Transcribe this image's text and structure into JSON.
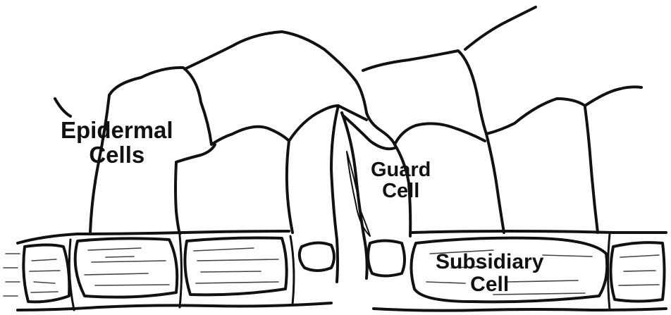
{
  "labels": {
    "epidermal_line1": "Epidermal",
    "epidermal_line2": "Cells",
    "guard_line1": "Guard",
    "guard_line2": "Cell",
    "subsidiary_line1": "Subsidiary",
    "subsidiary_line2": "Cell"
  },
  "colors": {
    "ink": "#111111",
    "background": "#ffffff"
  }
}
